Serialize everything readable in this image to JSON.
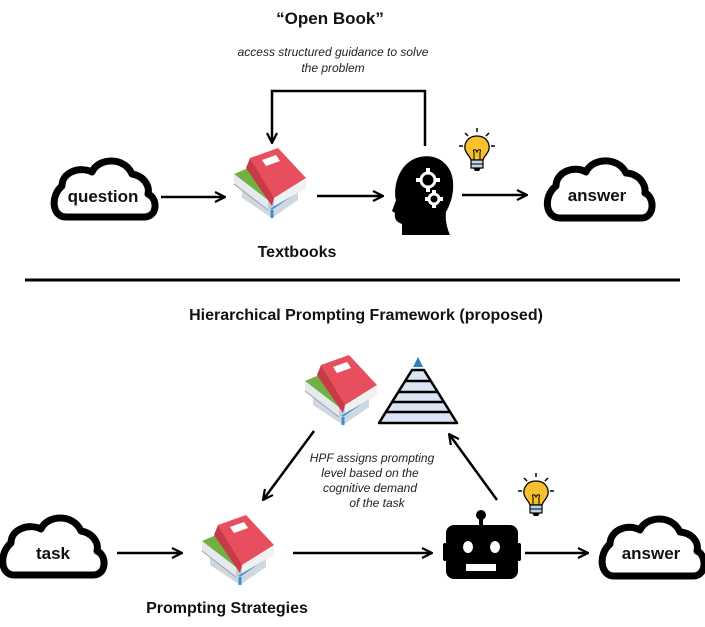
{
  "top_section": {
    "title": "“Open Book”",
    "loop_note_line1": "access structured guidance to solve",
    "loop_note_line2": "the problem",
    "input_cloud": "question",
    "output_cloud": "answer",
    "books_caption": "Textbooks",
    "icons": [
      "cloud-icon",
      "books-icon",
      "head-gears-icon",
      "lightbulb-icon",
      "cloud-icon"
    ]
  },
  "bottom_section": {
    "title": "Hierarchical Prompting Framework (proposed)",
    "note_lines": [
      "HPF assigns prompting",
      "level based on the",
      "cognitive demand",
      "of the task"
    ],
    "input_cloud": "task",
    "output_cloud": "answer",
    "books_caption": "Prompting Strategies",
    "icons": [
      "cloud-icon",
      "books-icon",
      "pyramid-icon",
      "robot-icon",
      "lightbulb-icon",
      "cloud-icon"
    ]
  },
  "colors": {
    "book_red": "#e84f5e",
    "book_green": "#72b043",
    "book_blue": "#3e8fd0",
    "bulb_yellow": "#f5c12e",
    "pyramid_top": "#2f7fc1",
    "pyramid_fill": "#dbe4f3"
  }
}
